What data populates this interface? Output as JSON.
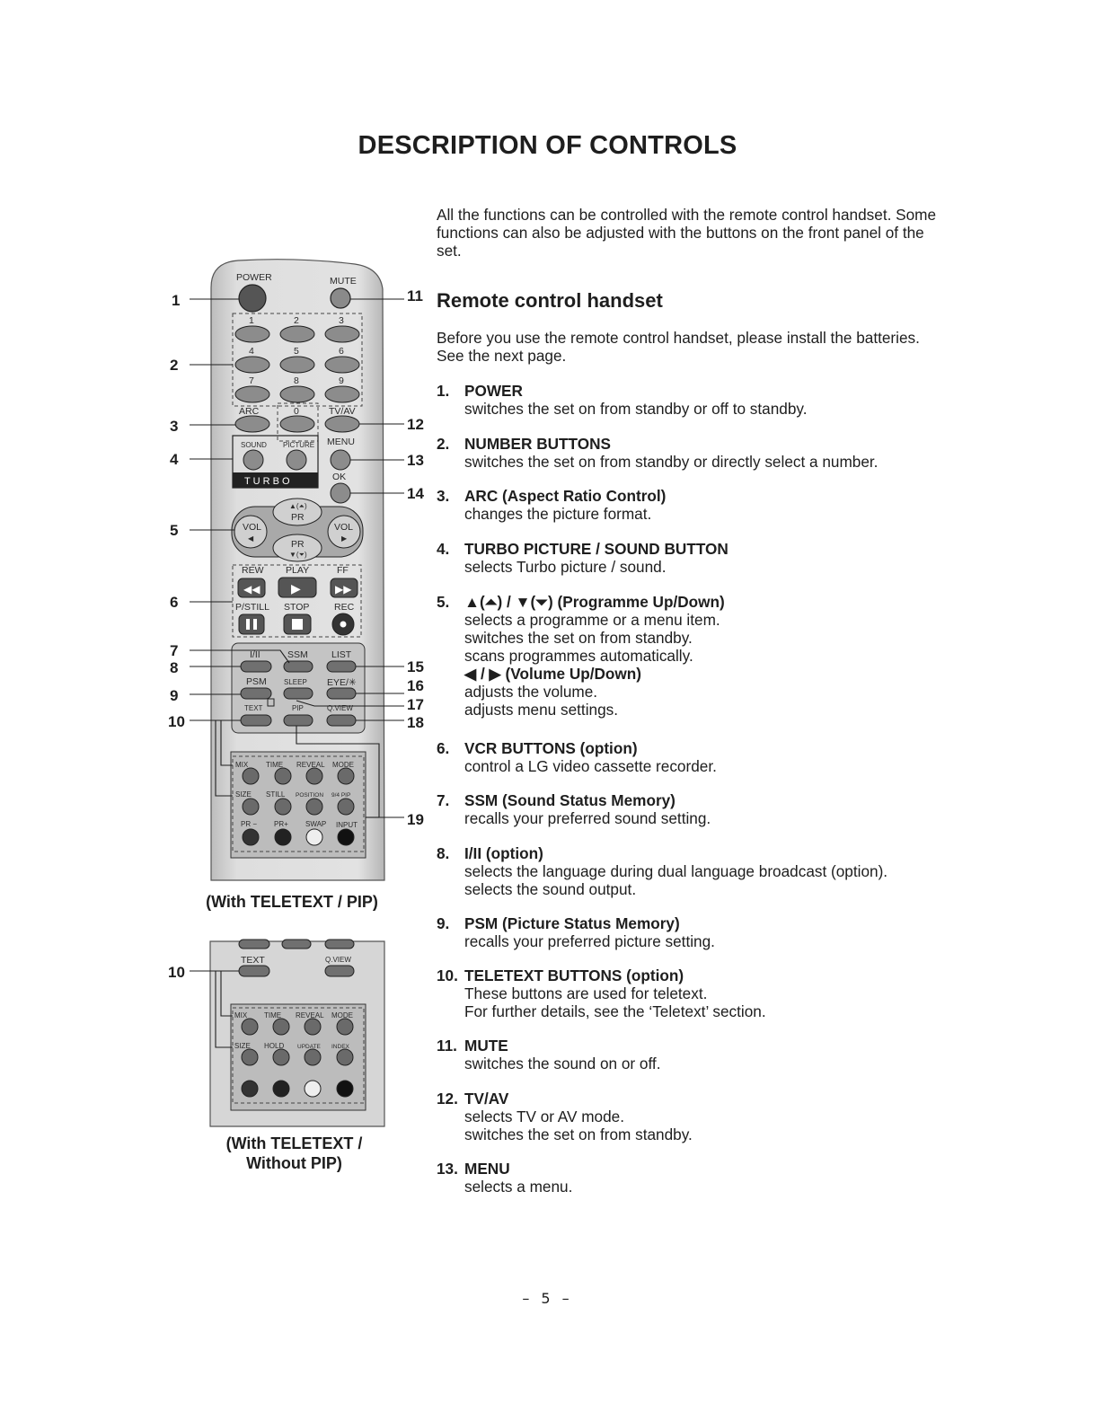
{
  "title": "DESCRIPTION OF CONTROLS",
  "intro": "All the functions can be controlled with the remote control handset. Some functions can also be adjusted with the buttons on the front panel of the set.",
  "section_title": "Remote control handset",
  "before_text": "Before you use the remote control handset, please install the batteries. See the next page.",
  "items": [
    {
      "num": "1.",
      "head": "POWER",
      "desc": [
        "switches the set on from standby or off to standby."
      ]
    },
    {
      "num": "2.",
      "head": "NUMBER BUTTONS",
      "desc": [
        "switches the set on from standby or directly select a number."
      ]
    },
    {
      "num": "3.",
      "head": "ARC (Aspect Ratio Control)",
      "desc": [
        "changes the picture format."
      ]
    },
    {
      "num": "4.",
      "head": "TURBO PICTURE / SOUND BUTTON",
      "desc": [
        "selects Turbo picture / sound."
      ]
    },
    {
      "num": "5.",
      "head": "▲(⏶) / ▼(⏷) (Programme Up/Down)",
      "desc": [
        "selects a programme or a menu item.",
        "switches the set on from standby.",
        "scans programmes automatically."
      ],
      "head2": "◀ / ▶ (Volume Up/Down)",
      "desc2": [
        "adjusts the volume.",
        "adjusts menu settings."
      ]
    },
    {
      "num": "6.",
      "head": "VCR BUTTONS (option)",
      "desc": [
        "control a LG video cassette recorder."
      ]
    },
    {
      "num": "7.",
      "head": "SSM (Sound Status Memory)",
      "desc": [
        "recalls your preferred sound setting."
      ]
    },
    {
      "num": "8.",
      "head": "I/II (option)",
      "desc": [
        "selects the language during dual language broadcast (option).",
        "selects the sound output."
      ]
    },
    {
      "num": "9.",
      "head": "PSM (Picture Status Memory)",
      "desc": [
        "recalls your preferred picture setting."
      ]
    },
    {
      "num": "10.",
      "head": "TELETEXT BUTTONS (option)",
      "desc": [
        "These buttons are used for teletext.",
        "For further details, see the ‘Teletext’ section."
      ]
    },
    {
      "num": "11.",
      "head": "MUTE",
      "desc": [
        "switches the sound on or off."
      ]
    },
    {
      "num": "12.",
      "head": "TV/AV",
      "desc": [
        "selects TV or AV mode.",
        "switches the set on from standby."
      ]
    },
    {
      "num": "13.",
      "head": "MENU",
      "desc": [
        "selects a menu."
      ]
    }
  ],
  "remote": {
    "labels": {
      "power": "POWER",
      "mute": "MUTE",
      "n1": "1",
      "n2": "2",
      "n3": "3",
      "n4": "4",
      "n5": "5",
      "n6": "6",
      "n7": "7",
      "n8": "8",
      "n9": "9",
      "n0": "0",
      "arc": "ARC",
      "tvav": "TV/AV",
      "sound": "SOUND",
      "picture": "PICTURE",
      "menu": "MENU",
      "turbo": "T U R B O",
      "ok": "OK",
      "vol": "VOL",
      "pr": "PR",
      "rew": "REW",
      "play": "PLAY",
      "ff": "FF",
      "pstill": "P/STILL",
      "stop": "STOP",
      "rec": "REC",
      "i_ii": "I/II",
      "ssm": "SSM",
      "list": "LIST",
      "psm": "PSM",
      "sleep": "SLEEP",
      "eye": "EYE/✳",
      "text": "TEXT",
      "pip": "PIP",
      "qview": "Q.VIEW",
      "mix": "MIX",
      "time": "TIME",
      "reveal": "REVEAL",
      "mode": "MODE",
      "size": "SIZE",
      "still": "STILL",
      "position": "POSITION",
      "pip94": "9/4 PIP",
      "prminus": "PR −",
      "prplus": "PR+",
      "swap": "SWAP",
      "input": "INPUT",
      "hold": "HOLD",
      "update": "UPDATE",
      "index": "INDEX"
    },
    "callouts": {
      "c1": "1",
      "c2": "2",
      "c3": "3",
      "c4": "4",
      "c5": "5",
      "c6": "6",
      "c7": "7",
      "c8": "8",
      "c9": "9",
      "c10": "10",
      "c11": "11",
      "c12": "12",
      "c13": "13",
      "c14": "14",
      "c15": "15",
      "c16": "16",
      "c17": "17",
      "c18": "18",
      "c19": "19",
      "c10b": "10"
    }
  },
  "caption1": "(With TELETEXT / PIP)",
  "caption2_line1": "(With TELETEXT /",
  "caption2_line2": "Without PIP)",
  "page_number": "– 5 –"
}
